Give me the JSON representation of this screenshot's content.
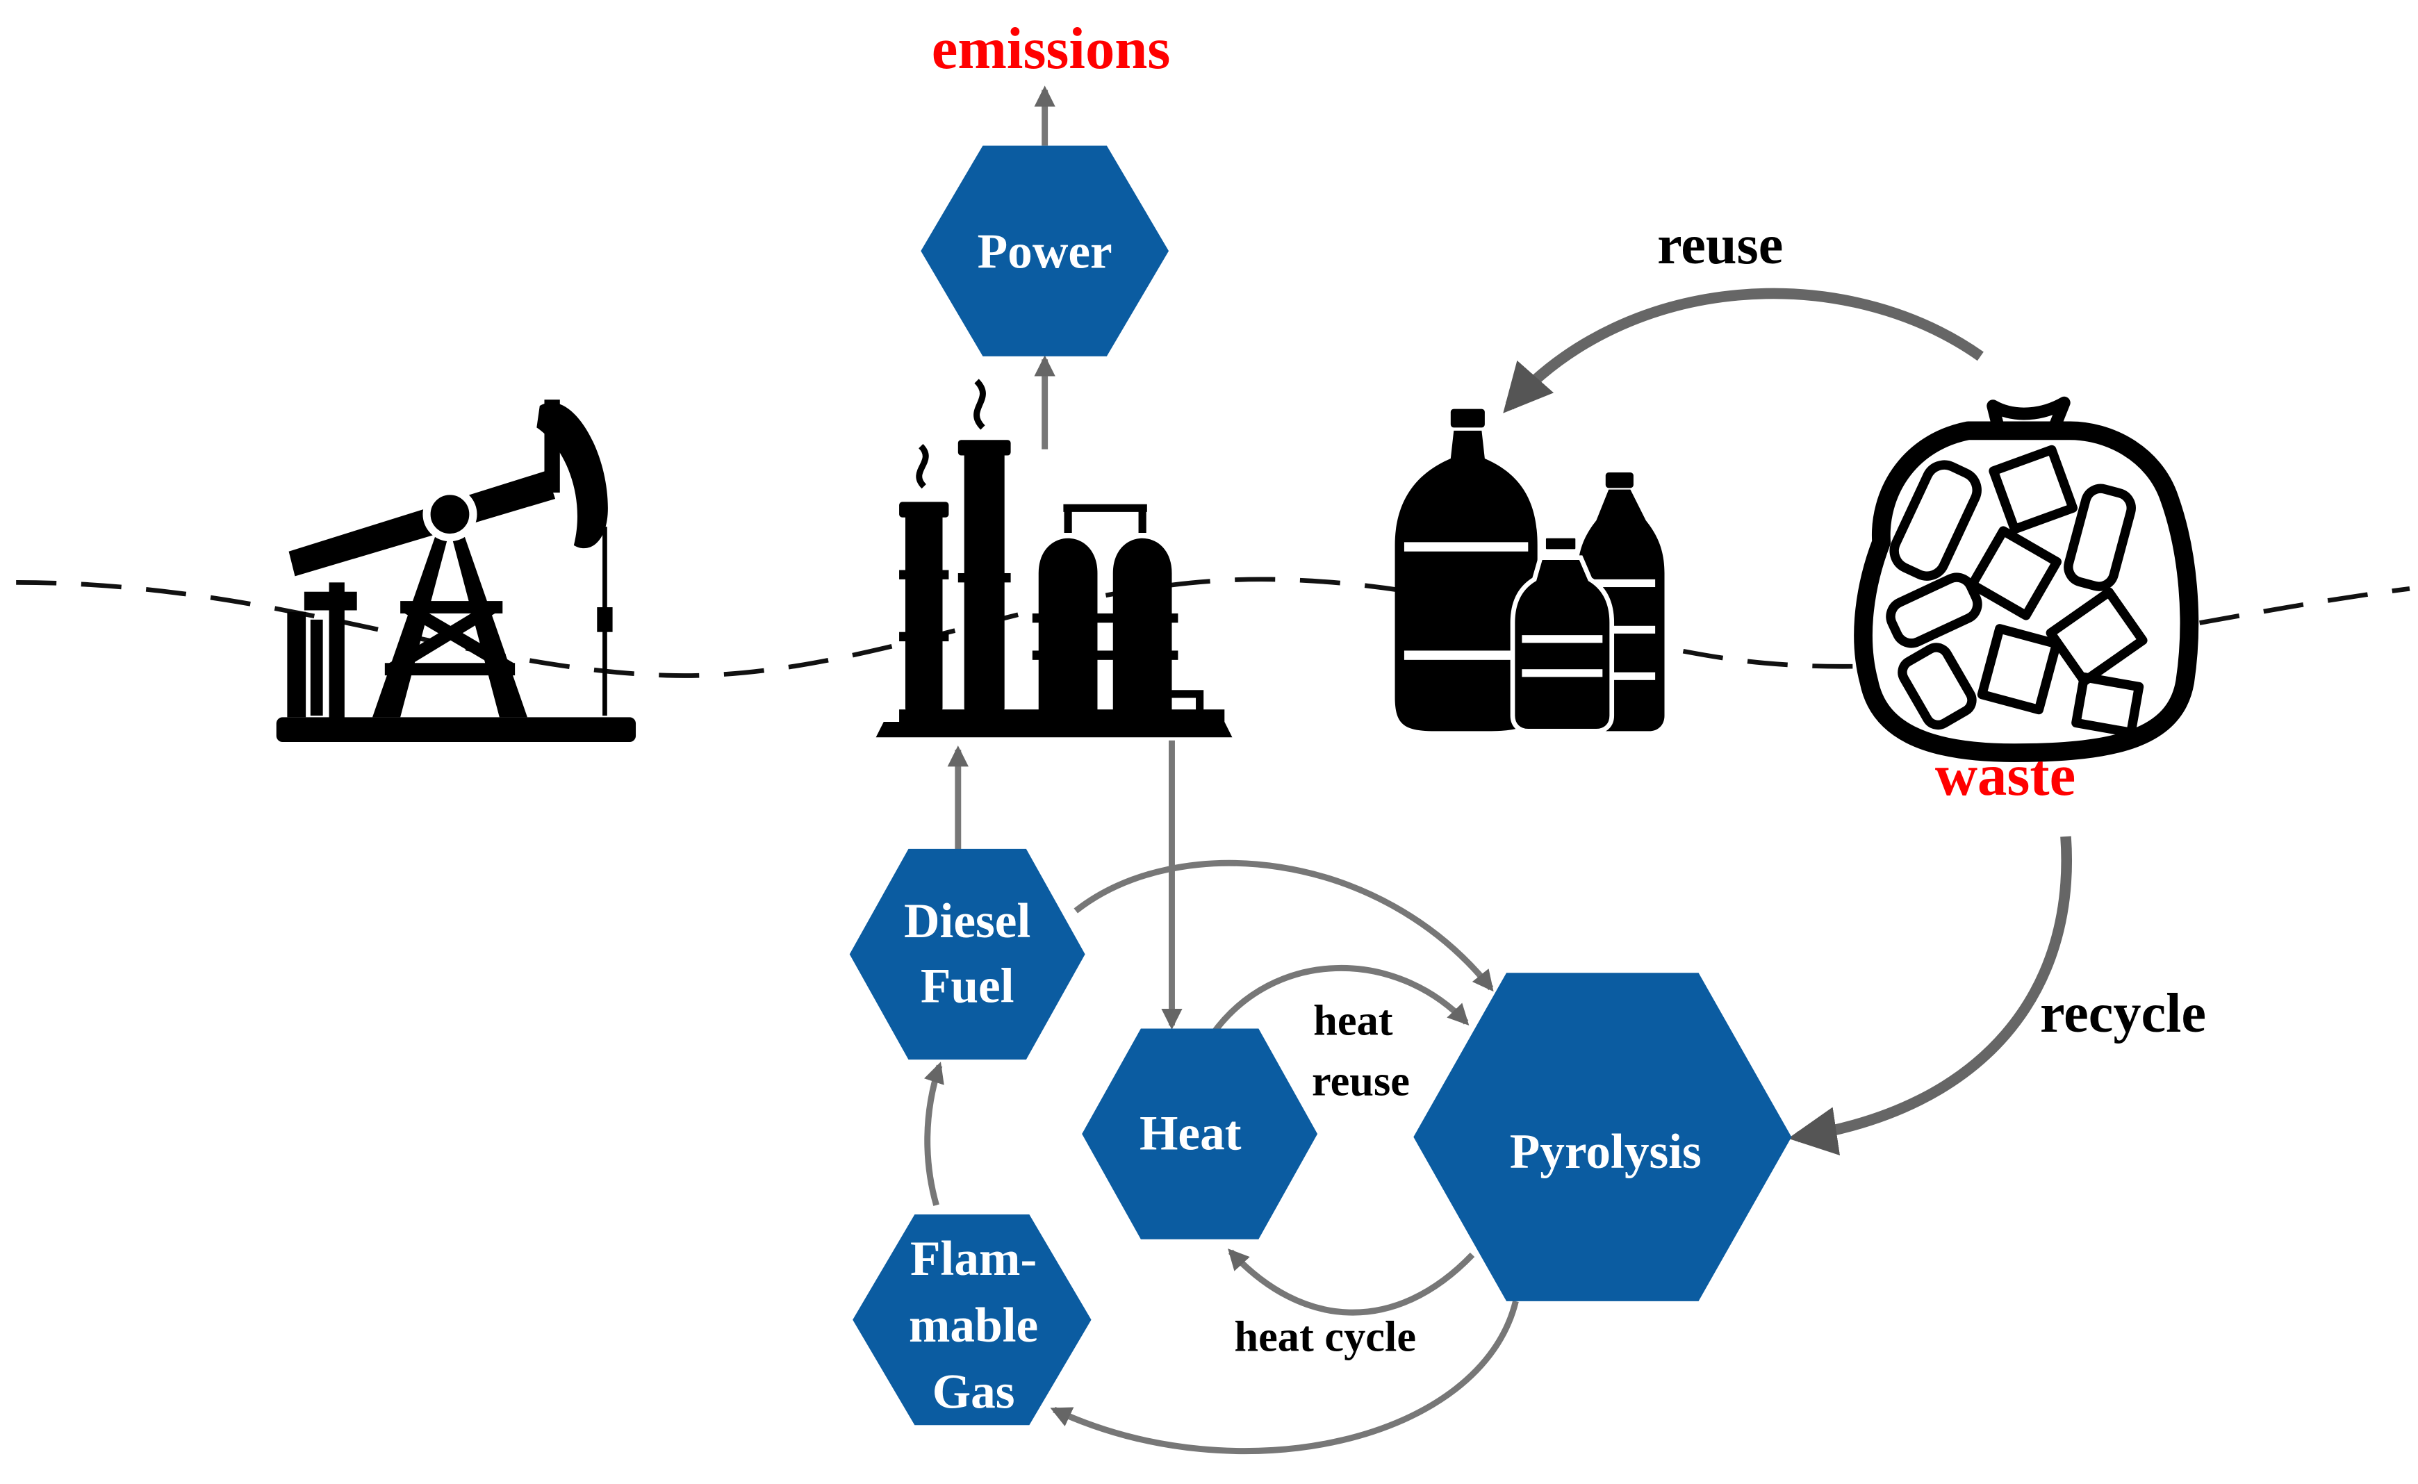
{
  "labels": {
    "emissions": "emissions",
    "reuse": "reuse",
    "waste": "waste",
    "recycle": "recycle",
    "heat_reuse_1": "heat",
    "heat_reuse_2": "reuse",
    "heat_cycle": "heat cycle"
  },
  "nodes": {
    "power": "Power",
    "diesel_line1": "Diesel",
    "diesel_line2": "Fuel",
    "heat": "Heat",
    "pyrolysis": "Pyrolysis",
    "gas_line1": "Flam-",
    "gas_line2": "mable",
    "gas_line3": "Gas"
  },
  "colors": {
    "hexagon": "#0b5ca1",
    "alert_text": "#ff0000",
    "arrow": "#777777"
  },
  "icons": [
    "oil-pump-icon",
    "refinery-icon",
    "plastic-bottles-icon",
    "garbage-bag-icon"
  ]
}
